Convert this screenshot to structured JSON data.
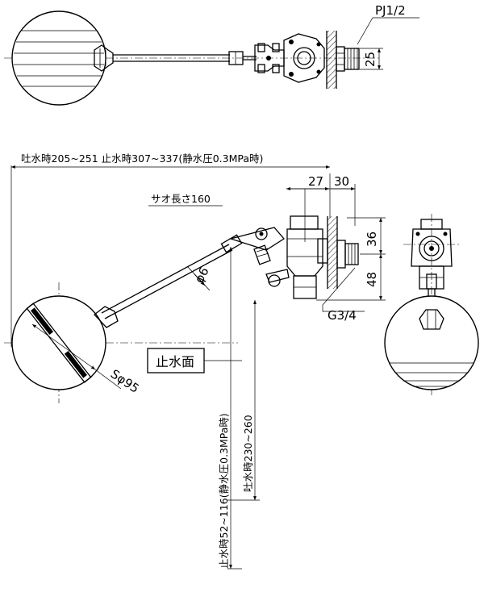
{
  "labels": {
    "thread_top": "PJ1/2",
    "dim_25": "25",
    "dim_27": "27",
    "dim_30": "30",
    "dim_36": "36",
    "dim_48": "48",
    "rod_diameter": "φ6",
    "thread_bottom": "G3/4",
    "ball_diameter": "Sφ95",
    "rod_length": "サオ長さ160",
    "water_stop_level": "止水面",
    "top_dimension": "吐水時205~251  止水時307~337(静水圧0.3MPa時)",
    "vertical_stop": "止水時52~116(静水圧0.3MPa時)",
    "vertical_discharge": "吐水時230~260"
  }
}
